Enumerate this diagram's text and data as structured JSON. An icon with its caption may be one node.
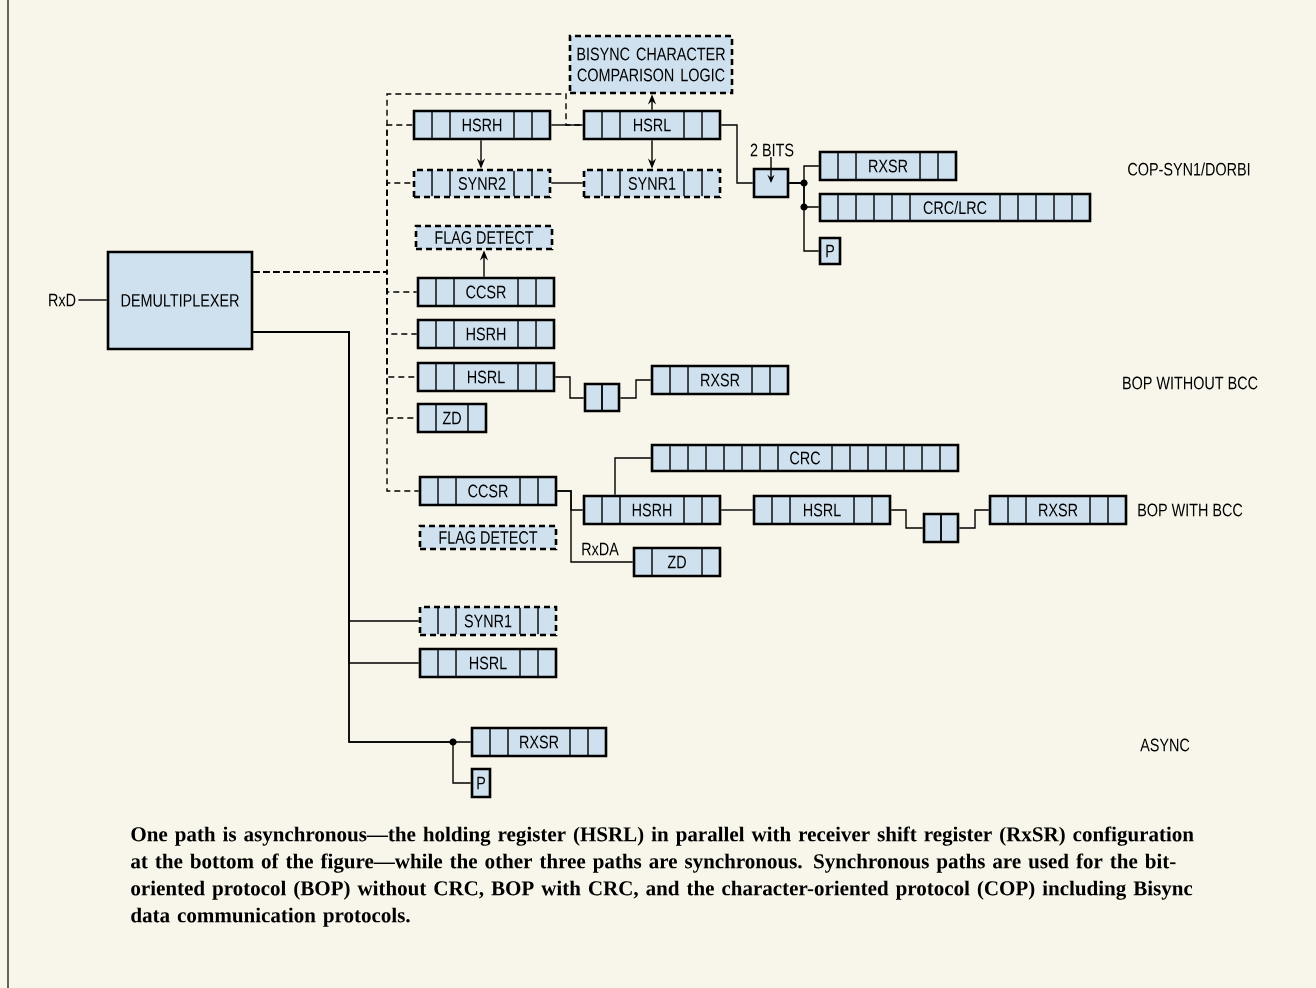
{
  "diagram": {
    "caption": "One path is asynchronous—the holding register (HSRL) in parallel with receiver shift register (RxSR) configuration at the bottom of the figure—while the other three paths are synchronous. Synchronous paths are used for the bit-oriented protocol (BOP) without CRC, BOP with CRC, and the character-oriented protocol (COP) including Bisync data communication protocols.",
    "nodes": [
      {
        "text": [
          "RxD"
        ]
      },
      {
        "text": [
          "DEMULTIPLEXER"
        ]
      },
      {
        "text": [
          "HSRH"
        ]
      },
      {
        "text": [
          "HSRL"
        ]
      },
      {
        "text": [
          "BISYNC CHARACTER COMPARISON LOGIC"
        ]
      },
      {
        "text": [
          "SYNR2"
        ]
      },
      {
        "text": [
          "SYNR1"
        ]
      },
      {
        "text": [],
        "shape": "box",
        "beside": [
          "2 BITS"
        ]
      },
      {
        "text": [
          "RXSR"
        ]
      },
      {
        "text": [
          "CRC/LRC"
        ]
      },
      {
        "text": [
          "P"
        ]
      },
      {
        "text": [
          "FLAG DETECT"
        ]
      },
      {
        "text": [
          "CCSR"
        ]
      },
      {
        "text": [
          "HSRH"
        ]
      },
      {
        "text": [
          "HSRL"
        ]
      },
      {
        "text": [],
        "shape": "box"
      },
      {
        "text": [
          "RXSR"
        ]
      },
      {
        "text": [
          "ZD"
        ]
      },
      {
        "text": [
          "CRC"
        ]
      },
      {
        "text": [
          "CCSR"
        ]
      },
      {
        "text": [
          "HSRH"
        ]
      },
      {
        "text": [
          "HSRL"
        ]
      },
      {
        "text": [],
        "shape": "box"
      },
      {
        "text": [
          "RXSR"
        ]
      },
      {
        "text": [
          "FLAG DETECT"
        ]
      },
      {
        "text": [
          "ZD"
        ]
      },
      {
        "text": [
          "SYNR1"
        ]
      },
      {
        "text": [
          "HSRL"
        ]
      },
      {
        "text": [
          "RXSR"
        ]
      },
      {
        "text": [
          "P"
        ]
      }
    ],
    "edges": [
      {
        "from": 0,
        "to": 1,
        "arrow": "none"
      },
      {
        "from": 1,
        "to": 2,
        "arrow": "none",
        "style": "dashed"
      },
      {
        "from": 1,
        "to": 3,
        "arrow": "none",
        "style": "dashed"
      },
      {
        "from": 1,
        "to": 5,
        "arrow": "none",
        "style": "dashed"
      },
      {
        "from": 1,
        "to": 12,
        "arrow": "none",
        "style": "dashed"
      },
      {
        "from": 1,
        "to": 13,
        "arrow": "none",
        "style": "dashed"
      },
      {
        "from": 1,
        "to": 14,
        "arrow": "none",
        "style": "dashed"
      },
      {
        "from": 1,
        "to": 17,
        "arrow": "none",
        "style": "dashed"
      },
      {
        "from": 1,
        "to": 19,
        "arrow": "none",
        "style": "dashed"
      },
      {
        "from": 2,
        "to": 3,
        "arrow": "none"
      },
      {
        "from": 2,
        "to": 5,
        "arrow": "to"
      },
      {
        "from": 3,
        "to": 4,
        "arrow": "to"
      },
      {
        "from": 3,
        "to": 6,
        "arrow": "to"
      },
      {
        "from": 5,
        "to": 6,
        "arrow": "none"
      },
      {
        "from": 3,
        "to": 7,
        "arrow": "none"
      },
      {
        "from": 7,
        "to": 8,
        "arrow": "none"
      },
      {
        "from": 7,
        "to": 9,
        "arrow": "none"
      },
      {
        "from": 7,
        "to": 10,
        "arrow": "none"
      },
      {
        "from": 12,
        "to": 11,
        "arrow": "to"
      },
      {
        "from": 14,
        "to": 15,
        "arrow": "none"
      },
      {
        "from": 15,
        "to": 16,
        "arrow": "none"
      },
      {
        "from": 19,
        "to": 20,
        "arrow": "none"
      },
      {
        "from": 19,
        "to": 25,
        "arrow": "none",
        "label": "RxDA"
      },
      {
        "from": 20,
        "to": 18,
        "arrow": "none"
      },
      {
        "from": 20,
        "to": 21,
        "arrow": "none"
      },
      {
        "from": 21,
        "to": 22,
        "arrow": "none"
      },
      {
        "from": 22,
        "to": 23,
        "arrow": "none"
      },
      {
        "from": 1,
        "to": 26,
        "arrow": "none"
      },
      {
        "from": 1,
        "to": 27,
        "arrow": "none"
      },
      {
        "from": 1,
        "to": 28,
        "arrow": "none"
      },
      {
        "from": 1,
        "to": 29,
        "arrow": "none"
      }
    ],
    "labels": [
      "COP-SYN1/DORBI",
      "BOP WITHOUT BCC",
      "BOP WITH BCC",
      "ASYNC"
    ]
  }
}
